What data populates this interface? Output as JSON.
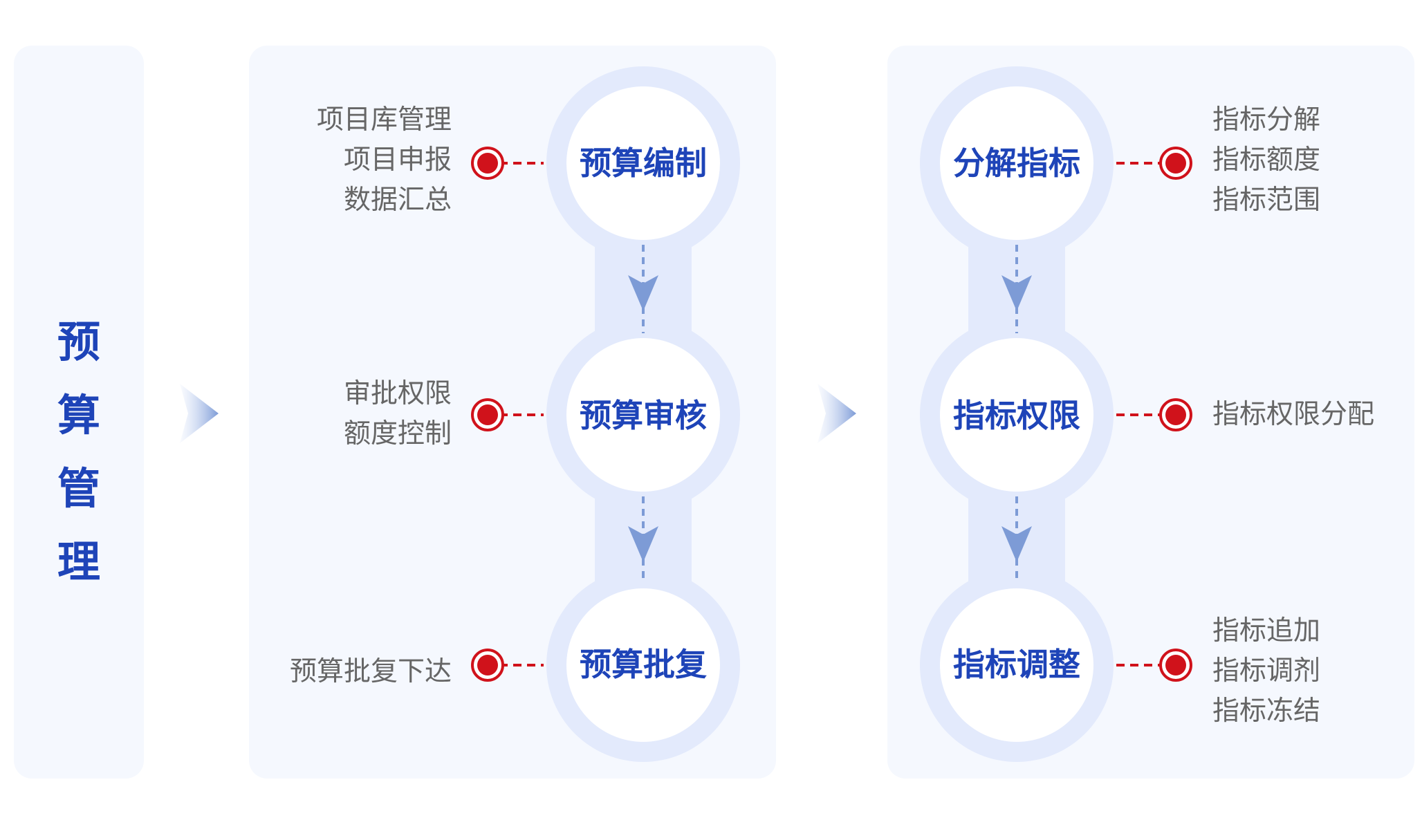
{
  "title": {
    "chars": [
      "预",
      "算",
      "管",
      "理"
    ]
  },
  "budget_flow": {
    "steps": [
      {
        "label": "预算编制",
        "items": [
          "项目库管理",
          "项目申报",
          "数据汇总"
        ]
      },
      {
        "label": "预算审核",
        "items": [
          "审批权限",
          "额度控制"
        ]
      },
      {
        "label": "预算批复",
        "items": [
          "预算批复下达"
        ]
      }
    ]
  },
  "indicator_flow": {
    "steps": [
      {
        "label": "分解指标",
        "items": [
          "指标分解",
          "指标额度",
          "指标范围"
        ]
      },
      {
        "label": "指标权限",
        "items": [
          "指标权限分配"
        ]
      },
      {
        "label": "指标调整",
        "items": [
          "指标追加",
          "指标调剂",
          "指标冻结"
        ]
      }
    ]
  },
  "colors": {
    "title_blue": "#1e44b8",
    "panel_bg": "#f5f8fe",
    "halo": "#e3eafc",
    "connector_red": "#d0121b",
    "arrow_blue": "#7d9bd6",
    "item_text": "#666666"
  }
}
